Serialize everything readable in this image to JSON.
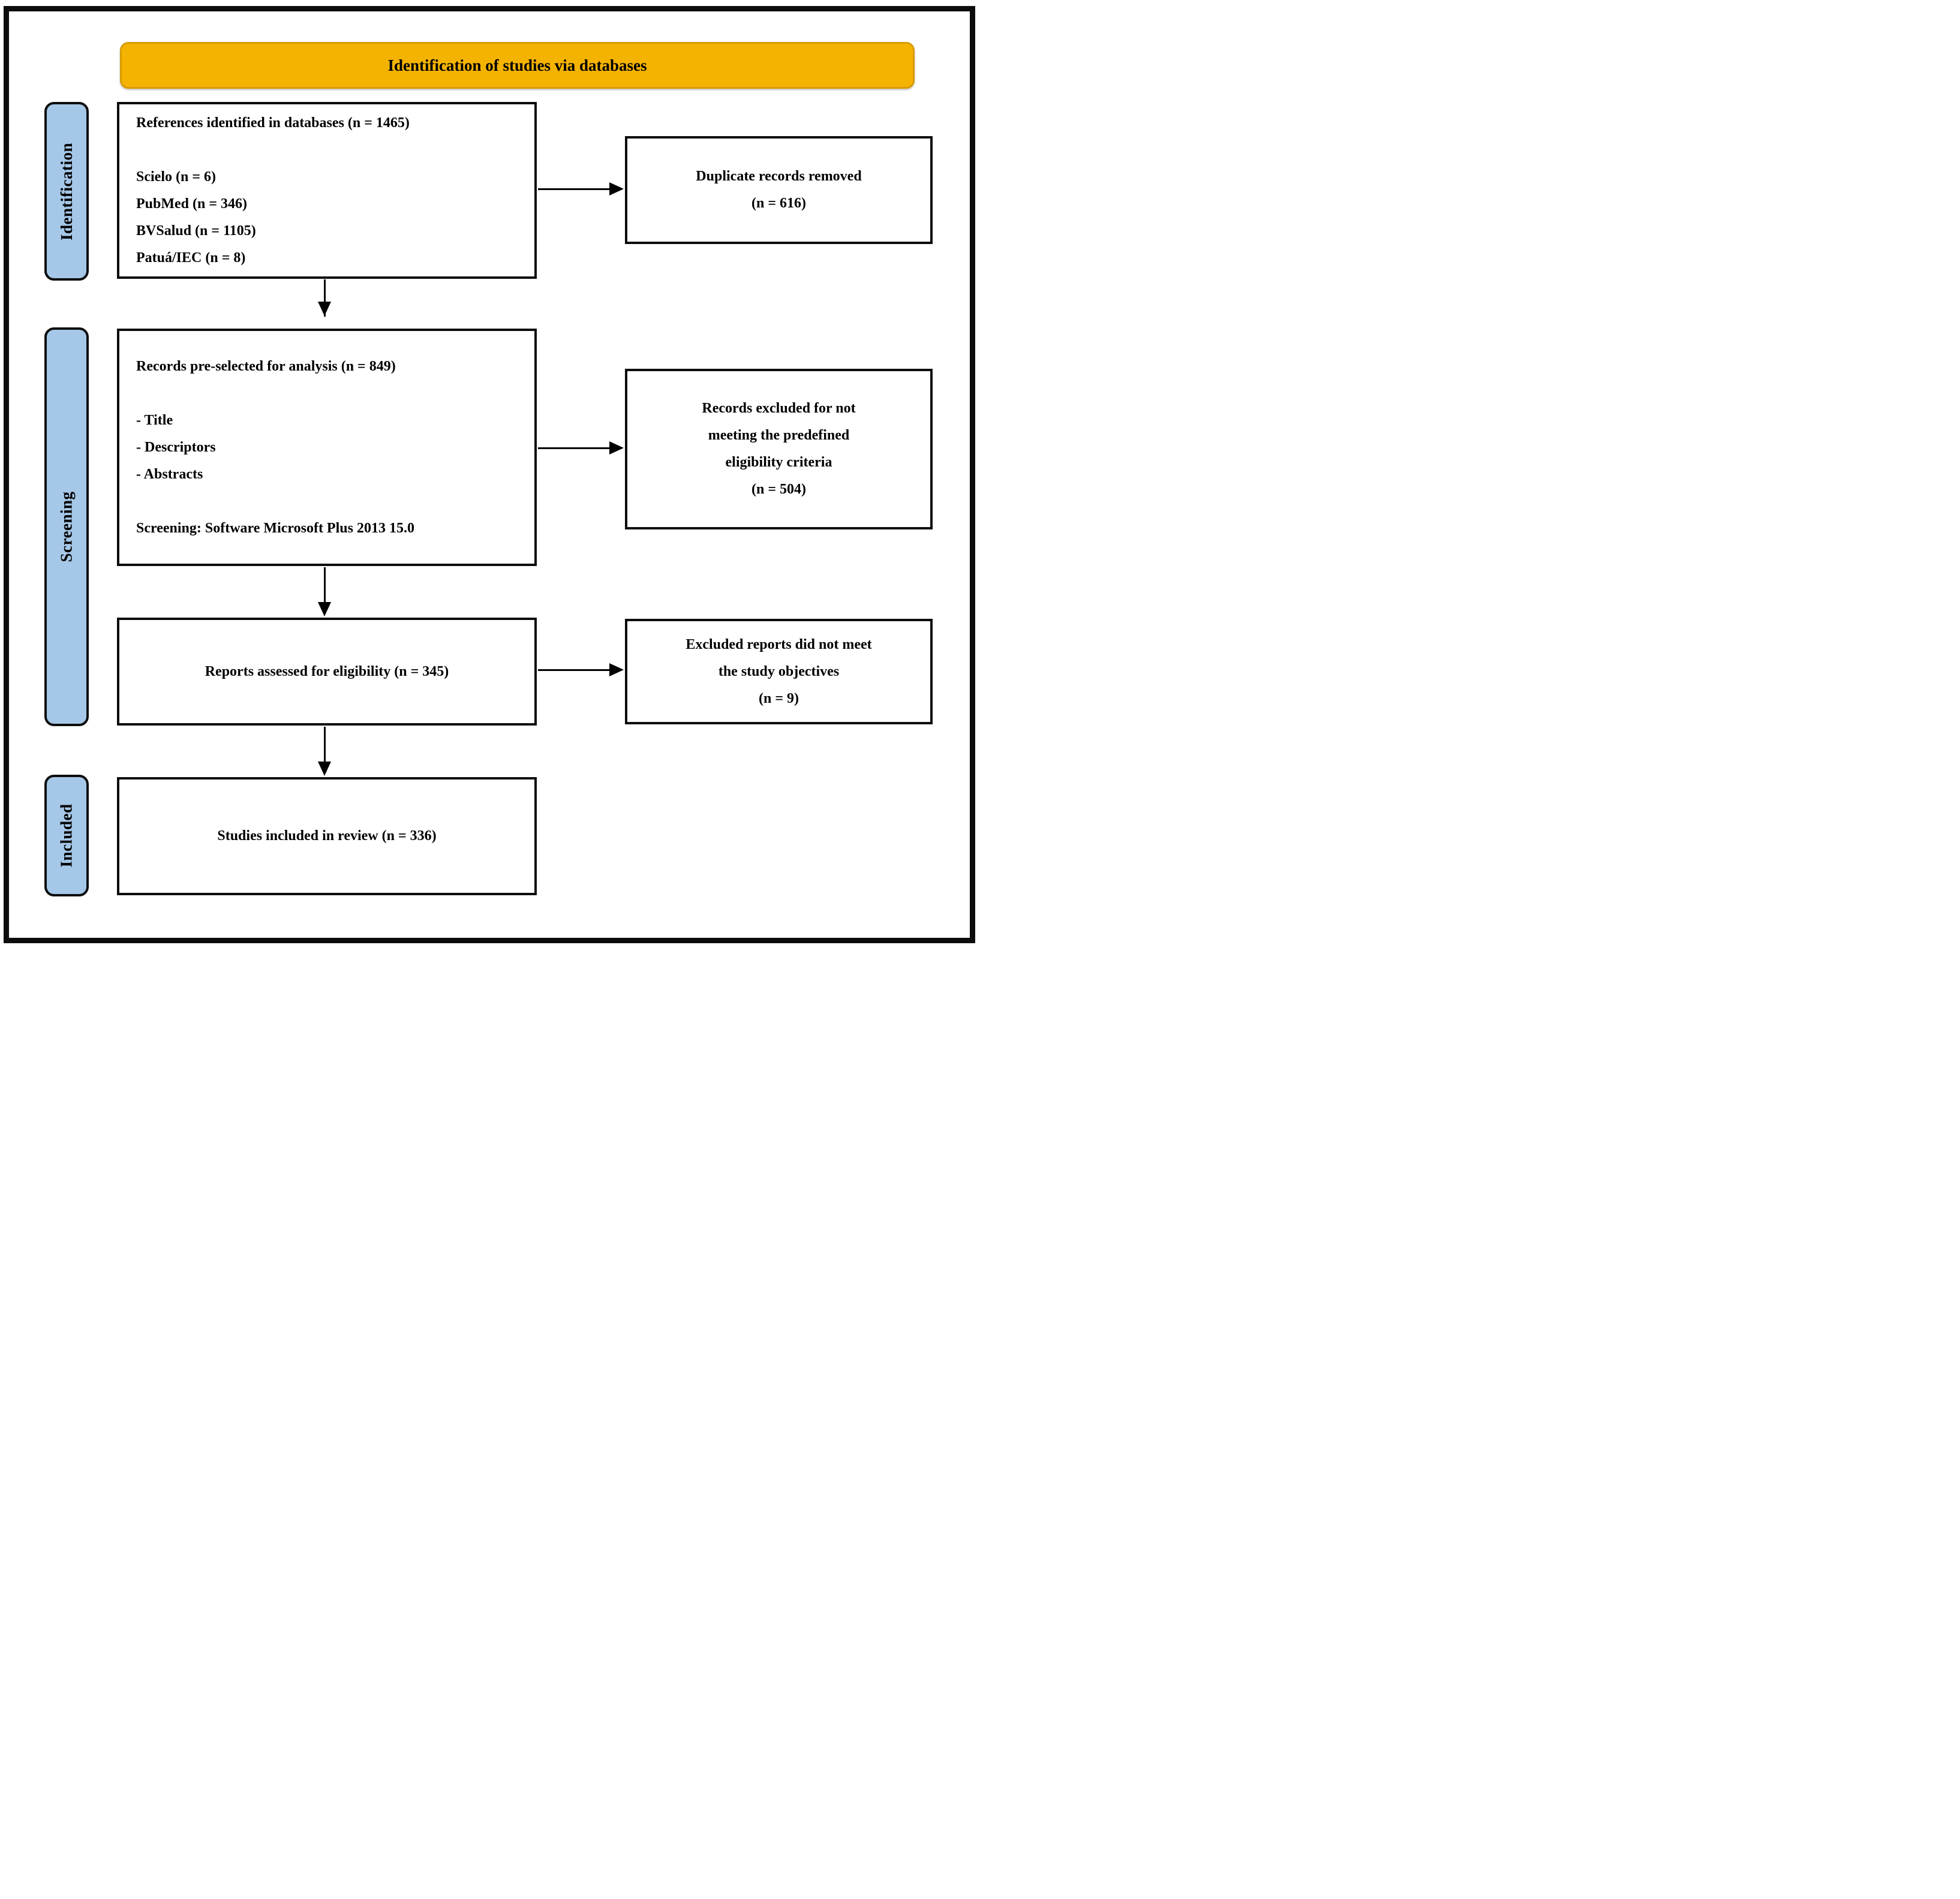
{
  "banner": {
    "title": "Identification of studies via databases"
  },
  "stages": {
    "identification": "Identification",
    "screening": "Screening",
    "included": "Included"
  },
  "boxes": {
    "references": {
      "title": "References identified in databases (n = 1465)",
      "items": [
        "Scielo (n = 6)",
        "PubMed (n = 346)",
        "BVSalud (n = 1105)",
        "Patuá/IEC (n = 8)"
      ]
    },
    "duplicates": {
      "text": "Duplicate records removed\n(n = 616)"
    },
    "preselected": {
      "title": "Records pre-selected for analysis (n = 849)",
      "items": [
        "- Title",
        "- Descriptors",
        "- Abstracts"
      ],
      "footer": "Screening: Software Microsoft Plus 2013 15.0"
    },
    "excluded_criteria": {
      "text": "Records excluded for not\nmeeting the predefined\neligibility criteria\n(n = 504)"
    },
    "assessed": {
      "title": "Reports assessed for eligibility (n = 345)"
    },
    "excluded_objectives": {
      "text": "Excluded reports did not meet\nthe study objectives\n(n = 9)"
    },
    "included": {
      "title": "Studies included in review (n = 336)"
    }
  },
  "colors": {
    "banner_fill": "#F5B301",
    "banner_border": "#D99B00",
    "stage_fill": "#A6C8E8",
    "line": "#000000"
  }
}
